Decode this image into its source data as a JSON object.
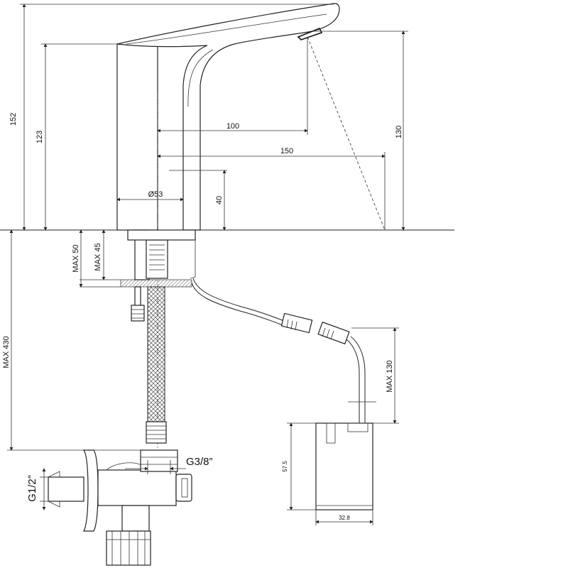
{
  "dimensions": {
    "height_total": "152",
    "height_body": "123",
    "reach_sensor": "100",
    "reach_spout": "150",
    "body_diameter": "Ø53",
    "outlet_height": "40",
    "sensor_height": "130",
    "max_50": "MAX 50",
    "max_45": "MAX 45",
    "max_430": "MAX 430",
    "max_130": "MAX 130",
    "thread_inlet": "G1/2”",
    "thread_hose": "G3/8”",
    "box_height": "57.5",
    "box_width": "32.8"
  },
  "colors": {
    "line": "#222222",
    "background": "#ffffff"
  }
}
